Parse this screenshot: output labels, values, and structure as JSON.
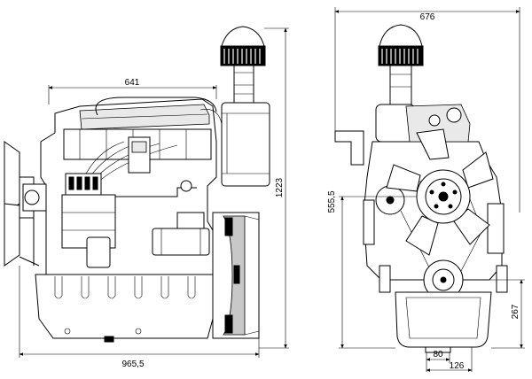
{
  "dimensions": {
    "side_top_length": "641",
    "side_bottom_length": "965,5",
    "side_height": "1223",
    "front_width": "676",
    "front_center_height": "555,5",
    "front_right_height": "267",
    "front_bottom_small": "80",
    "front_bottom_large": "126"
  }
}
